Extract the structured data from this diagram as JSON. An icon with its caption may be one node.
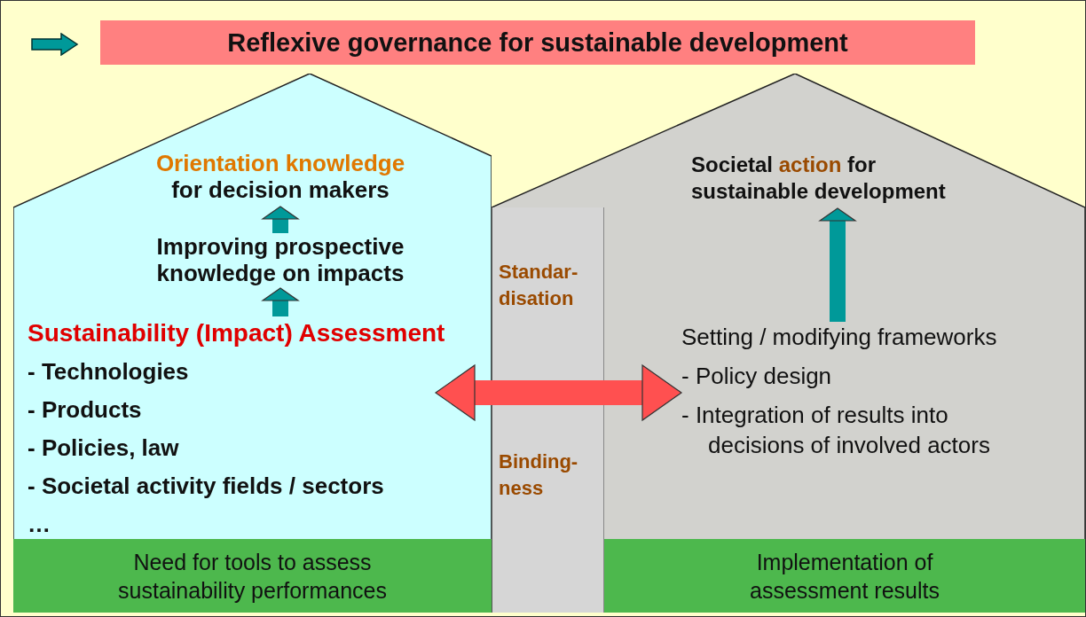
{
  "diagram": {
    "title": "Reflexive governance for sustainable development",
    "nodes": [
      {
        "text": [],
        "shape": "house"
      },
      {
        "text": [
          "Orientation knowledge",
          "for decision makers"
        ],
        "in": 0
      },
      {
        "text": [
          "Improving prospective knowledge on impacts"
        ],
        "in": 0
      },
      {
        "text": [
          "Sustainability (Impact) Assessment",
          "- Technologies",
          "- Products",
          "- Policies, law",
          "- Societal activity fields / sectors",
          "…"
        ],
        "in": 0
      },
      {
        "text": [
          "Need for tools to assess sustainability performances"
        ],
        "in": 0
      },
      {
        "text": [],
        "shape": "house"
      },
      {
        "text": [
          "Societal action for sustainable development"
        ],
        "in": 5
      },
      {
        "text": [
          "Setting / modifying frameworks",
          "- Policy design",
          "- Integration of results into decisions of involved actors"
        ],
        "in": 5
      },
      {
        "text": [
          "Implementation of assessment results"
        ],
        "in": 5
      }
    ],
    "labels": [
      "Standar- disation",
      "Binding- ness"
    ],
    "edges": [
      {
        "from": 3,
        "to": 2,
        "arrow": "to"
      },
      {
        "from": 2,
        "to": 1,
        "arrow": "to"
      },
      {
        "from": 7,
        "to": 6,
        "arrow": "to"
      },
      {
        "from": 3,
        "to": 7,
        "arrow": "both",
        "color": "#ff5050"
      }
    ]
  }
}
